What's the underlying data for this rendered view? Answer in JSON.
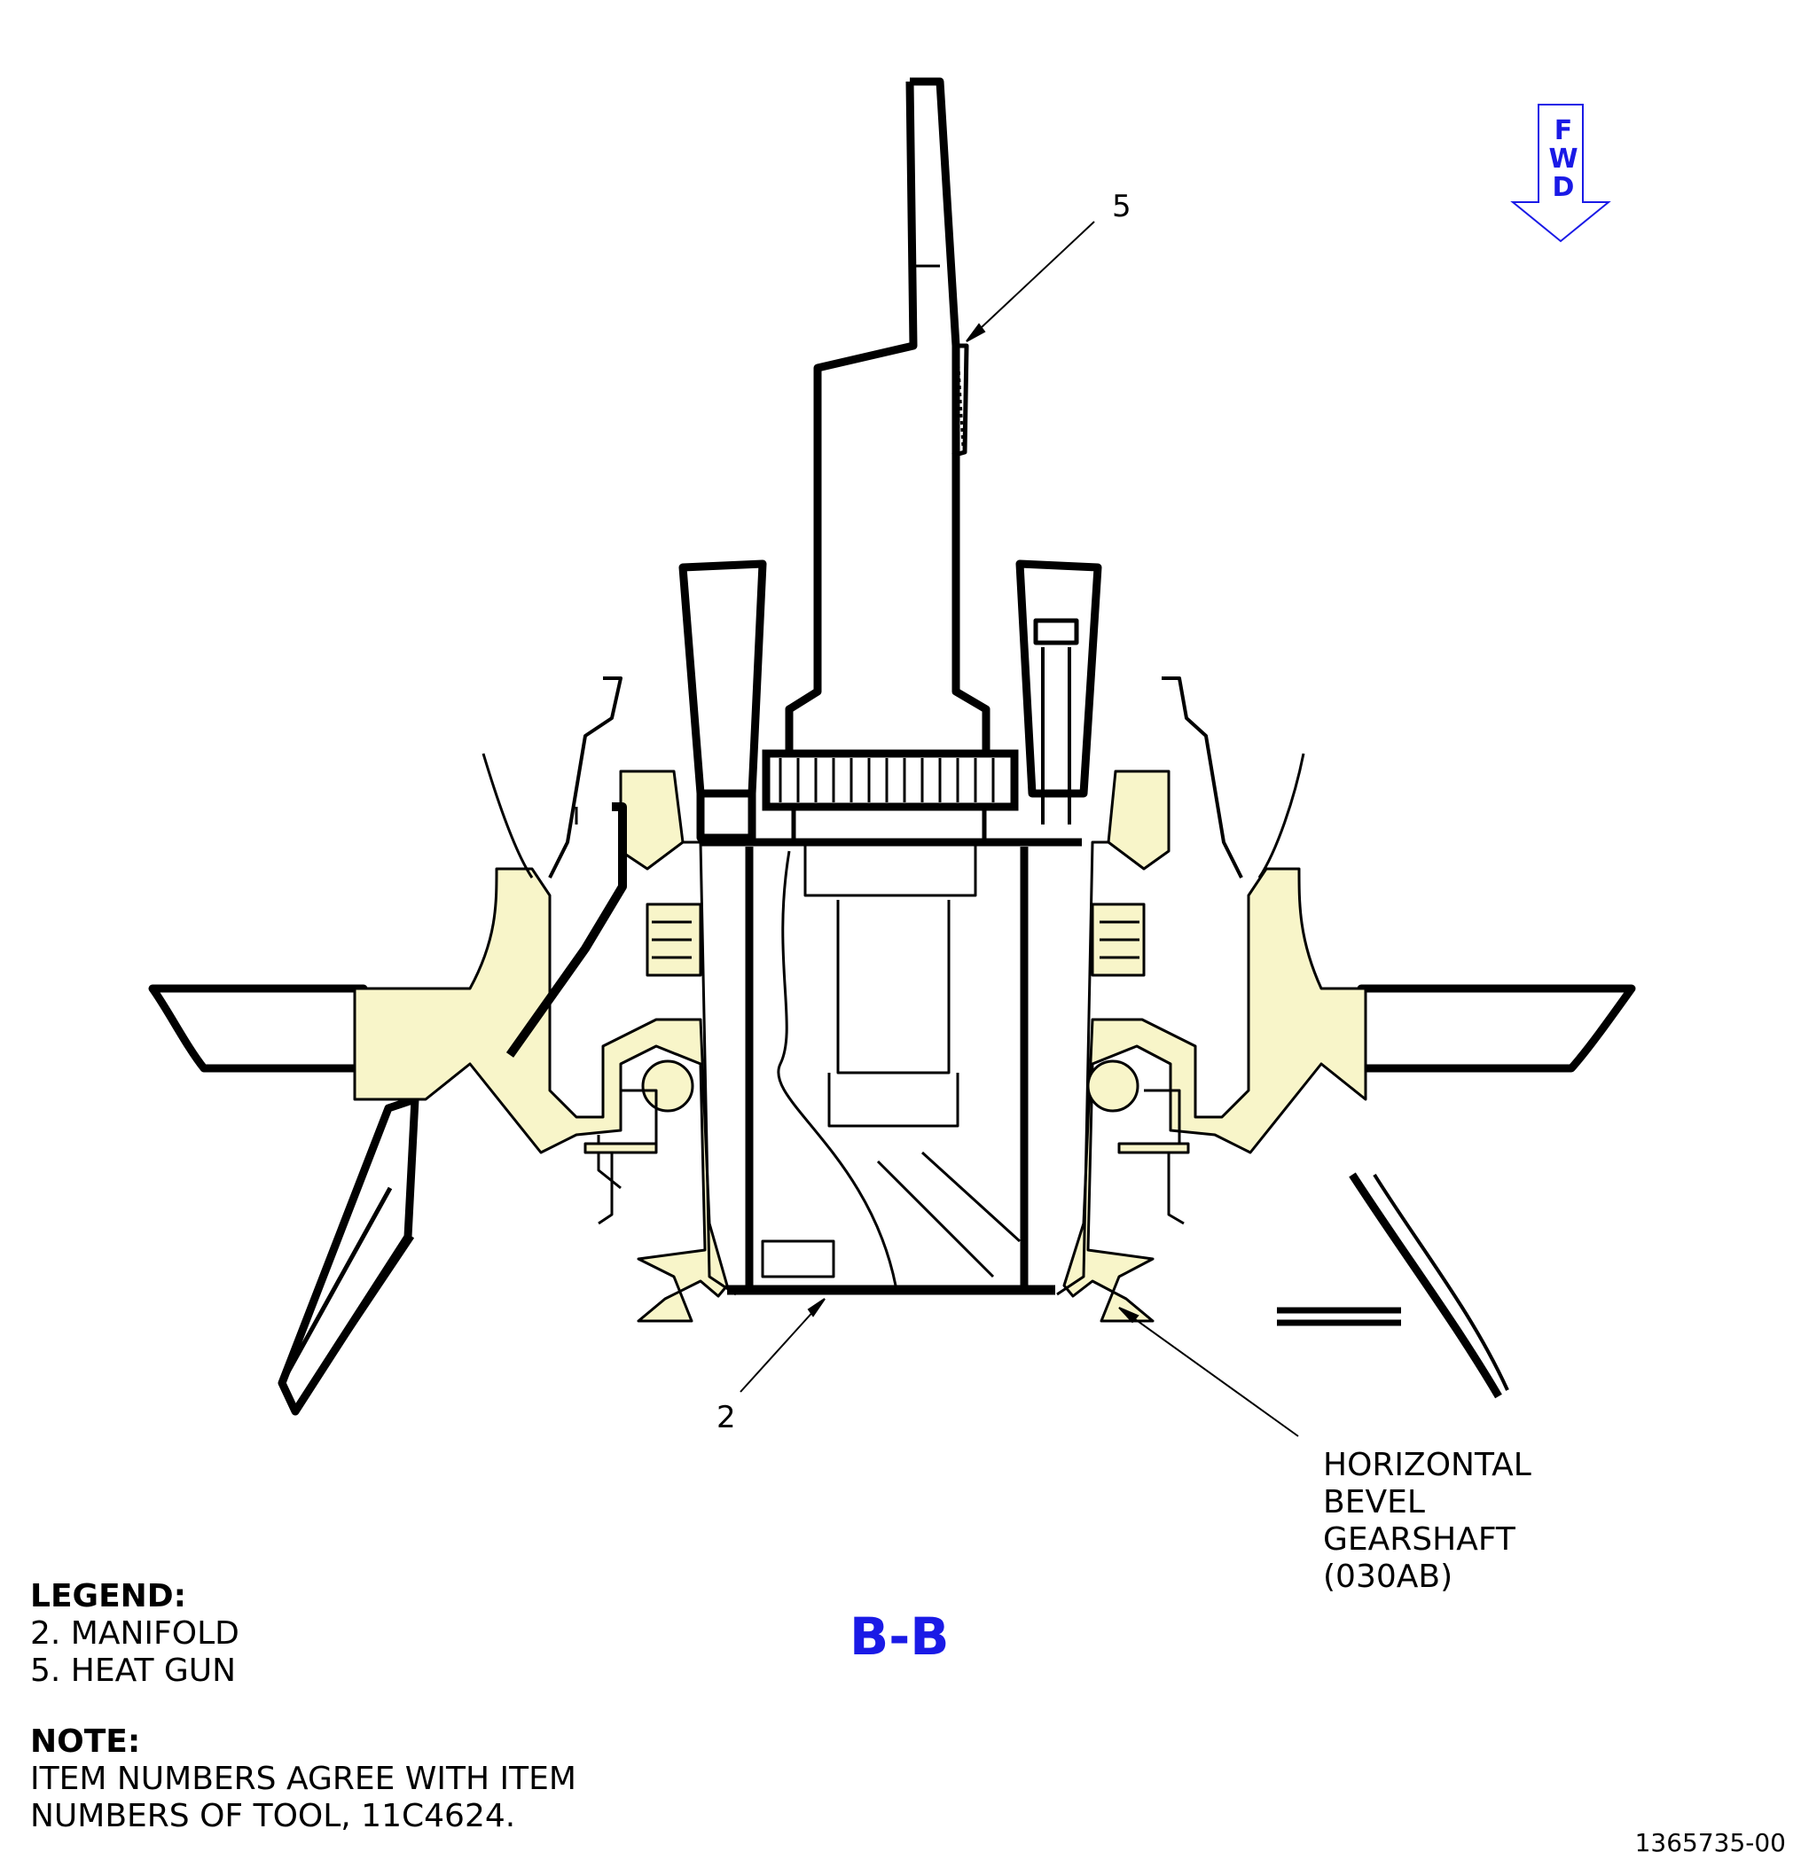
{
  "section_view": "B-B",
  "fwd_arrow": {
    "letters": [
      "F",
      "W",
      "D"
    ],
    "color": "#1a1ae6"
  },
  "callouts": {
    "item_5": "5",
    "item_2": "2"
  },
  "part_label": {
    "lines": [
      "HORIZONTAL",
      "BEVEL",
      "GEARSHAFT",
      "(030AB)"
    ]
  },
  "legend": {
    "title": "LEGEND:",
    "items": [
      "2. MANIFOLD",
      "5. HEAT GUN"
    ]
  },
  "note": {
    "title": "NOTE:",
    "lines": [
      "ITEM NUMBERS AGREE WITH ITEM",
      "NUMBERS OF TOOL, 11C4624."
    ]
  },
  "drawing_number": "1365735-00",
  "colors": {
    "part_fill": "#f8f5c9",
    "accent": "#1a1ae6",
    "line": "#000000"
  }
}
